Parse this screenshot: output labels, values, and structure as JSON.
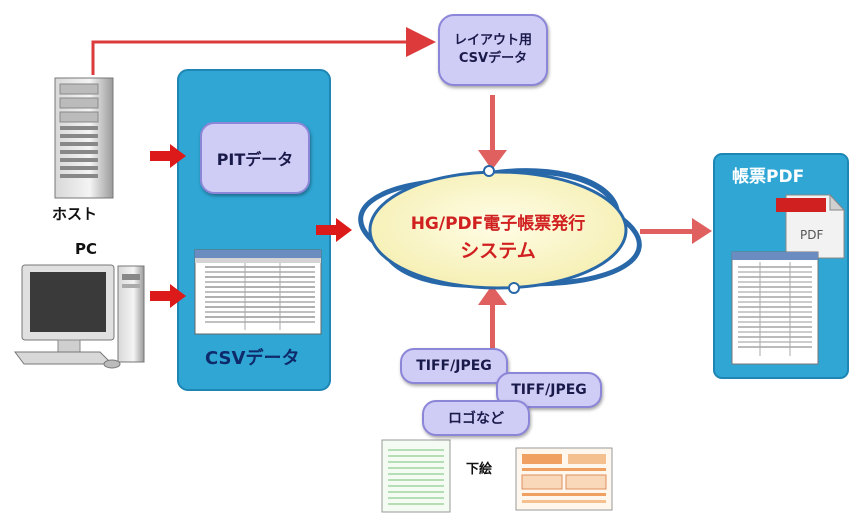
{
  "host": {
    "label": "ホスト"
  },
  "pc": {
    "label": "PC"
  },
  "input_panel": {
    "pit_label": "PITデータ",
    "csv_label": "CSVデータ"
  },
  "layout_csv": {
    "line1": "レイアウト用",
    "line2": "CSVデータ"
  },
  "system": {
    "line1": "HG/PDF電子帳票発行",
    "line2": "システム"
  },
  "images": {
    "tiff1": "TIFF/JPEG",
    "tiff2": "TIFF/JPEG",
    "logo": "ロゴなど"
  },
  "underlay": {
    "label": "下絵"
  },
  "output": {
    "title": "帳票PDF",
    "pdf_label": "PDF"
  },
  "colors": {
    "panel": "#2fa6d4",
    "arrow": "#dd3b3b",
    "bubble": "#cfcdf6",
    "ellipse_fill": "#fff8c8",
    "ring": "#2868a8"
  }
}
